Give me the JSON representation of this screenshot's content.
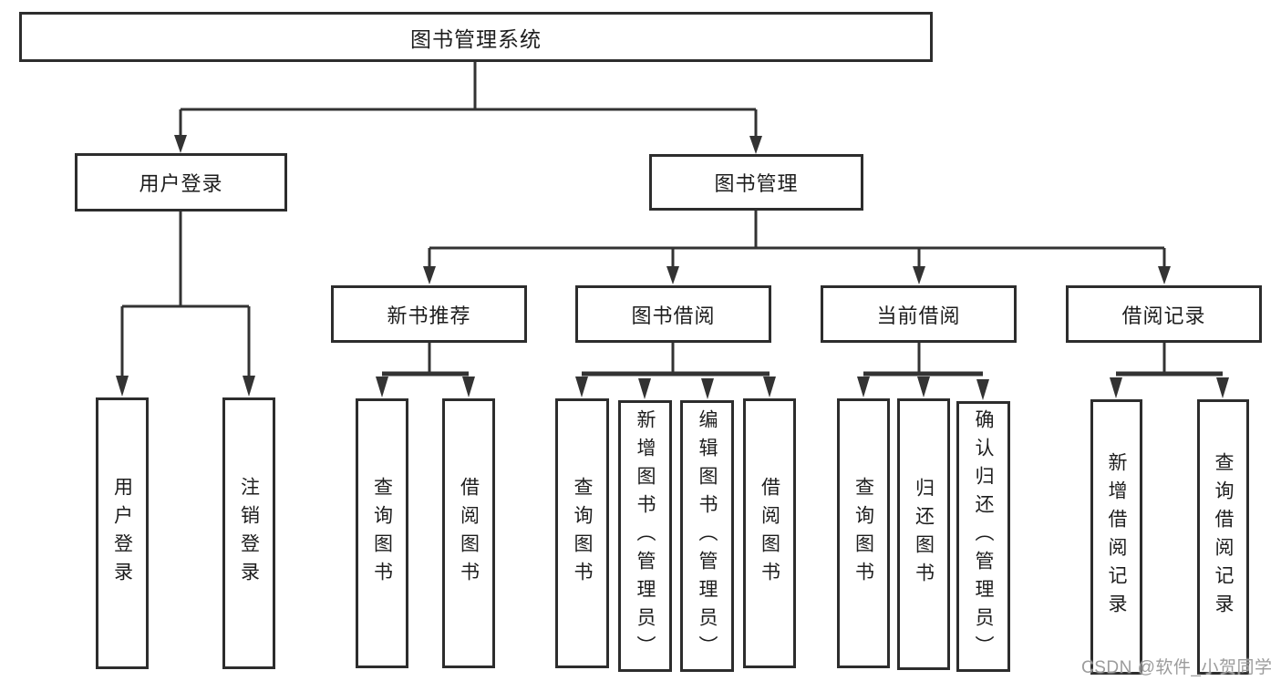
{
  "nodes": {
    "root": "图书管理系统",
    "user_login": "用户登录",
    "book_management": "图书管理",
    "new_book_recommend": "新书推荐",
    "book_borrow": "图书借阅",
    "current_borrow": "当前借阅",
    "borrow_record": "借阅记录",
    "leaf_user_login": "用户登录",
    "leaf_logout": "注销登录",
    "leaf_query_book_recommend": "查询图书",
    "leaf_borrow_book_recommend": "借阅图书",
    "leaf_query_book_borrow": "查询图书",
    "leaf_add_book_admin": "新增图书（管理员）",
    "leaf_edit_book_admin": "编辑图书（管理员）",
    "leaf_borrow_book_borrow": "借阅图书",
    "leaf_query_book_current": "查询图书",
    "leaf_return_book": "归还图书",
    "leaf_confirm_return_admin": "确认归还（管理员）",
    "leaf_add_borrow_record": "新增借阅记录",
    "leaf_query_borrow_record": "查询借阅记录"
  },
  "watermark": "CSDN @软件_小贺同学",
  "colors": {
    "line": "#333333",
    "box_border": "#2d2d2d",
    "text": "#1d1d1d",
    "watermark": "#9c9c9c",
    "background": "#ffffff"
  }
}
